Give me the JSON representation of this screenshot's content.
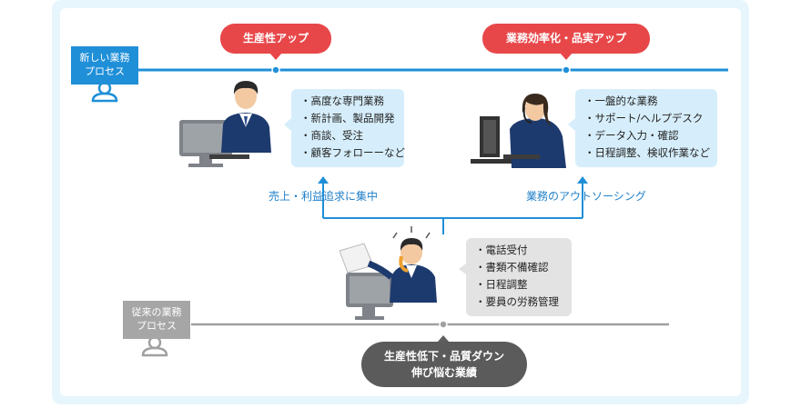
{
  "new_process": {
    "line1": "新しい業務",
    "line2": "プロセス"
  },
  "old_process": {
    "line1": "従来の業務",
    "line2": "プロセス"
  },
  "bubble_productivity_up": "生産性アップ",
  "bubble_efficiency": "業務効率化・品実アップ",
  "bubble_decline": {
    "line1": "生産性低下・品質ダウン",
    "line2": "伸び悩む業績"
  },
  "focus_label": "売上・利益追求に集中",
  "outsourcing_label": "業務のアウトソーシング",
  "manager_tasks": [
    "・高度な専門業務",
    "・新計画、製品開発",
    "・商談、受注",
    "・顧客フォローーなど"
  ],
  "operator_tasks": [
    "・一盤的な業務",
    "・サポート/ヘルプデスク",
    "・データ入力・確認",
    "・日程調整、検収作業など"
  ],
  "old_tasks": [
    "・電話受付",
    "・書類不備確認",
    "・日程調整",
    "・要員の労務管理"
  ],
  "colors": {
    "blue": "#1f8fd8",
    "red": "#e8474a",
    "gray": "#9a9a9a",
    "light_blue": "#d6eefb",
    "light_gray": "#e3e3e3",
    "dark": "#555555"
  }
}
